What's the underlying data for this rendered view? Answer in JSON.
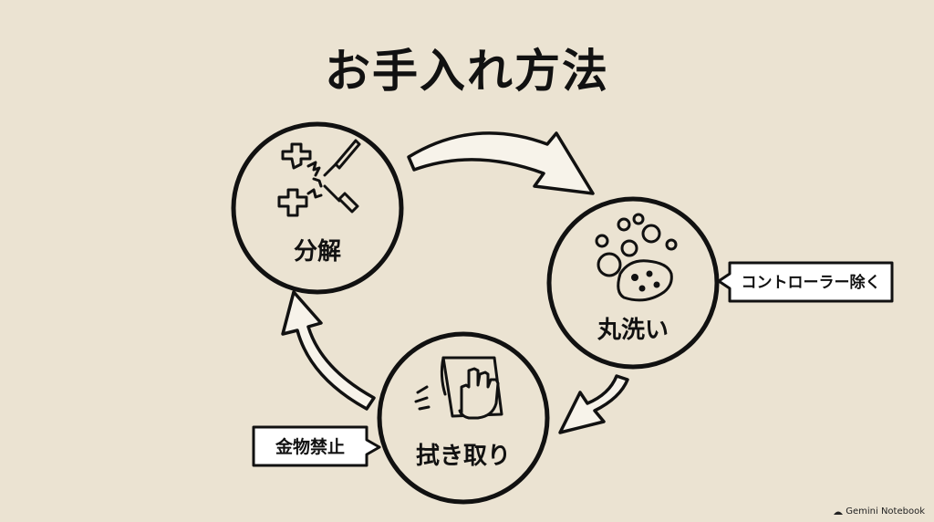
{
  "title": "お手入れ方法",
  "steps": [
    {
      "label": "分解",
      "icon": "disassembly-tools-icon"
    },
    {
      "label": "丸洗い",
      "icon": "sponge-bubbles-icon"
    },
    {
      "label": "拭き取り",
      "icon": "wiping-hand-cloth-icon"
    }
  ],
  "callouts": {
    "wash_note": "コントローラー除く",
    "wipe_note": "金物禁止"
  },
  "watermark": "Gemini Notebook",
  "colors": {
    "background": "#ebe3d2",
    "ink": "#111111",
    "callout_fill": "#ffffff"
  }
}
